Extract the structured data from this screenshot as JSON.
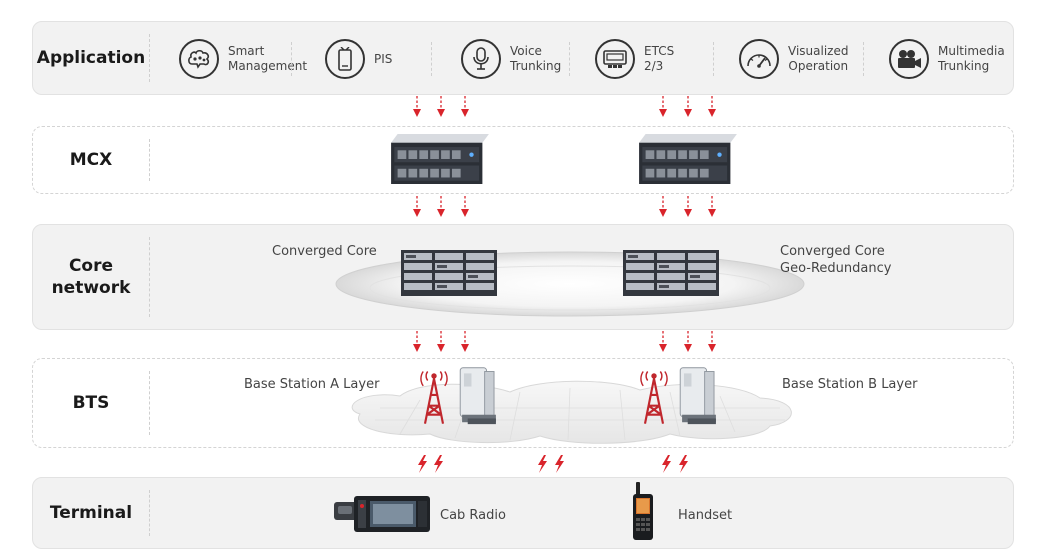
{
  "layers": {
    "application": {
      "label": "Application"
    },
    "mcx": {
      "label": "MCX"
    },
    "core": {
      "label": "Core\nnetwork"
    },
    "bts": {
      "label": "BTS"
    },
    "terminal": {
      "label": "Terminal"
    }
  },
  "applications": [
    {
      "label": "Smart\nManagement",
      "icon": "brain-icon"
    },
    {
      "label": "PIS",
      "icon": "phone-icon"
    },
    {
      "label": "Voice\nTrunking",
      "icon": "microphone-icon"
    },
    {
      "label": "ETCS\n2/3",
      "icon": "terminal-icon"
    },
    {
      "label": "Visualized\nOperation",
      "icon": "gauge-icon"
    },
    {
      "label": "Multimedia\nTrunking",
      "icon": "video-camera-icon"
    }
  ],
  "core": {
    "left_label": "Converged Core",
    "right_label": "Converged Core\nGeo-Redundancy"
  },
  "bts": {
    "left_label": "Base Station A Layer",
    "right_label": "Base Station B Layer"
  },
  "terminals": {
    "cab_radio": "Cab Radio",
    "handset": "Handset"
  },
  "colors": {
    "arrow": "#d9242b",
    "layer_bg": "#f2f2f2",
    "tower": "#c0272d"
  }
}
